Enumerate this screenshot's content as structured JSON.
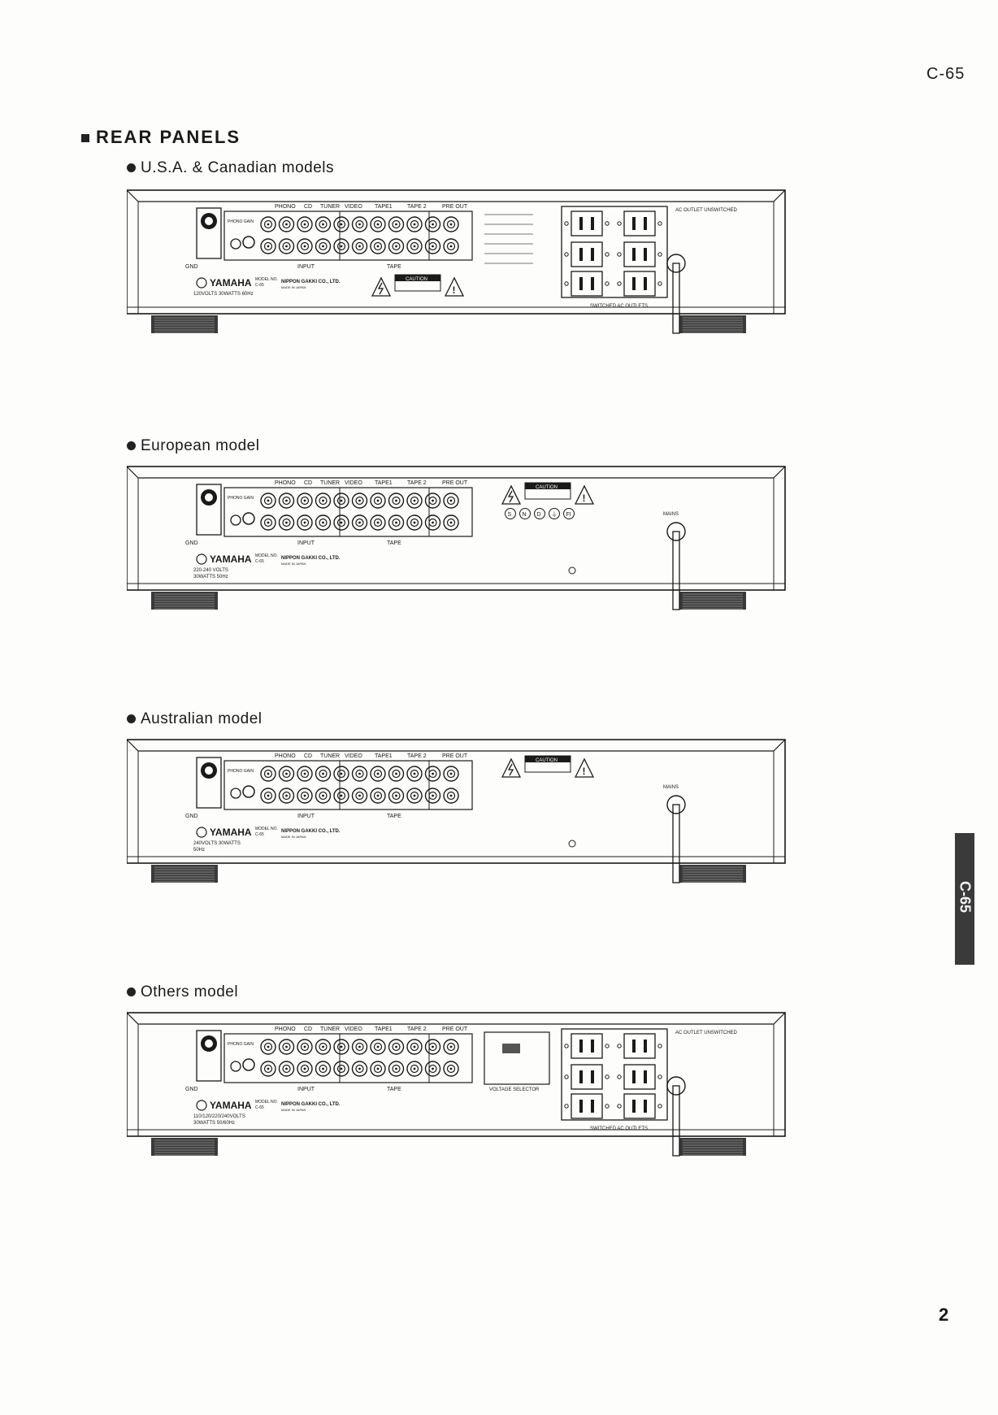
{
  "header": {
    "page_id": "C-65"
  },
  "section": {
    "title": "REAR PANELS"
  },
  "panels": [
    {
      "heading": "U.S.A. & Canadian models",
      "brand": "YAMAHA",
      "model_label": "MODEL NO.",
      "model": "C-65",
      "maker": "NIPPON GAKKI CO., LTD.",
      "made_in": "MADE IN JAPAN",
      "ratings_1": "120VOLTS   30WATTS   60Hz",
      "ratings_2": "",
      "caution": "CAUTION",
      "outlets": "SWITCHED AC OUTLETS",
      "outlet_unsw": "AC OUTLET UNSWITCHED"
    },
    {
      "heading": "European model",
      "brand": "YAMAHA",
      "model_label": "MODEL NO.",
      "model": "C-65",
      "maker": "NIPPON GAKKI CO., LTD.",
      "made_in": "MADE IN JAPAN",
      "ratings_1": "220-240 VOLTS",
      "ratings_2": "30WATTS  50Hz",
      "caution": "CAUTION",
      "mains": "MAINS"
    },
    {
      "heading": "Australian model",
      "brand": "YAMAHA",
      "model_label": "MODEL NO.",
      "model": "C-65",
      "maker": "NIPPON GAKKI CO., LTD.",
      "made_in": "MADE IN JAPAN",
      "ratings_1": "240VOLTS   30WATTS",
      "ratings_2": "50Hz",
      "caution": "CAUTION",
      "mains": "MAINS"
    },
    {
      "heading": "Others model",
      "brand": "YAMAHA",
      "model_label": "MODEL NO.",
      "model": "C-65",
      "maker": "NIPPON GAKKI CO., LTD.",
      "made_in": "MADE IN JAPAN",
      "ratings_1": "110/120/220/240VOLTS",
      "ratings_2": "30WATTS   50/60Hz",
      "voltage": "VOLTAGE SELECTOR",
      "outlets": "SWITCHED AC OUTLETS",
      "outlet_unsw": "AC OUTLET UNSWITCHED"
    }
  ],
  "common": {
    "phono": "PHONO",
    "cd": "CD",
    "tuner": "TUNER",
    "video": "VIDEO",
    "tape1": "TAPE1",
    "tape2": "TAPE 2",
    "pre_out": "PRE OUT",
    "input": "INPUT",
    "tape": "TAPE",
    "gnd": "GND",
    "phono_gain": "PHONO GAIN"
  },
  "side_tab": "C-65",
  "footer": {
    "page_number": "2"
  },
  "colors": {
    "ink": "#1a1a1a",
    "tab": "#3a3a3a",
    "paper": "#fdfdfb"
  }
}
